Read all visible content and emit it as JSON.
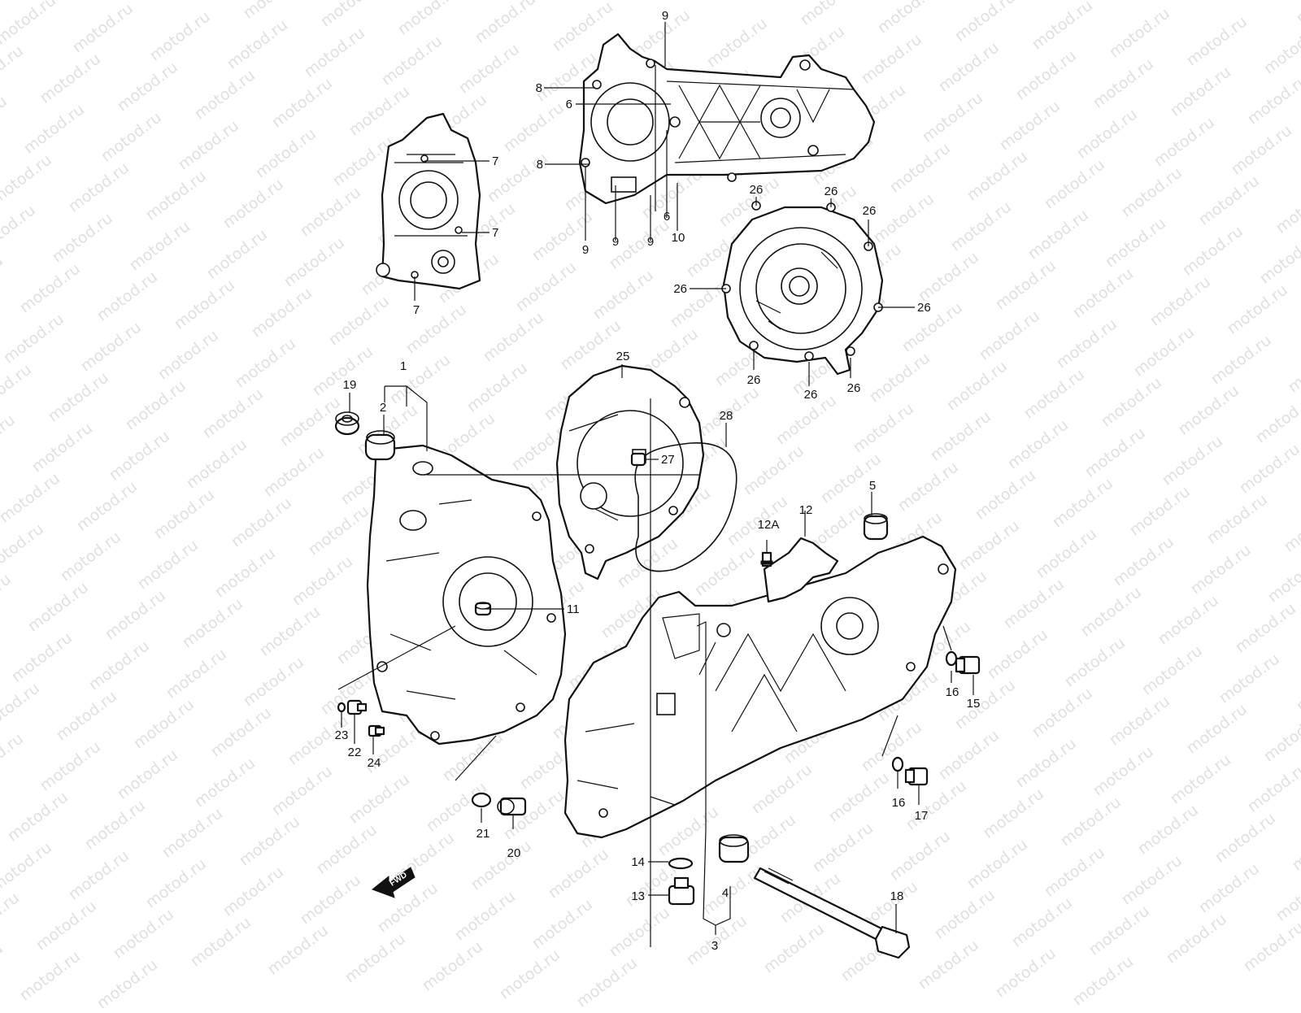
{
  "watermark": {
    "text": "motod.ru",
    "color": "#e0e0e0"
  },
  "fwd_label": "FWD",
  "callouts": [
    {
      "id": "c1",
      "text": "1"
    },
    {
      "id": "c2",
      "text": "2"
    },
    {
      "id": "c3",
      "text": "3"
    },
    {
      "id": "c4",
      "text": "4"
    },
    {
      "id": "c5",
      "text": "5"
    },
    {
      "id": "c6a",
      "text": "6"
    },
    {
      "id": "c6b",
      "text": "6"
    },
    {
      "id": "c7a",
      "text": "7"
    },
    {
      "id": "c7b",
      "text": "7"
    },
    {
      "id": "c7c",
      "text": "7"
    },
    {
      "id": "c8a",
      "text": "8"
    },
    {
      "id": "c8b",
      "text": "8"
    },
    {
      "id": "c9a",
      "text": "9"
    },
    {
      "id": "c9b",
      "text": "9"
    },
    {
      "id": "c9c",
      "text": "9"
    },
    {
      "id": "c9d",
      "text": "9"
    },
    {
      "id": "c10",
      "text": "10"
    },
    {
      "id": "c11",
      "text": "11"
    },
    {
      "id": "c12",
      "text": "12"
    },
    {
      "id": "c12A",
      "text": "12A"
    },
    {
      "id": "c13",
      "text": "13"
    },
    {
      "id": "c14",
      "text": "14"
    },
    {
      "id": "c15",
      "text": "15"
    },
    {
      "id": "c16a",
      "text": "16"
    },
    {
      "id": "c16b",
      "text": "16"
    },
    {
      "id": "c17",
      "text": "17"
    },
    {
      "id": "c18",
      "text": "18"
    },
    {
      "id": "c19",
      "text": "19"
    },
    {
      "id": "c20",
      "text": "20"
    },
    {
      "id": "c21",
      "text": "21"
    },
    {
      "id": "c22",
      "text": "22"
    },
    {
      "id": "c23",
      "text": "23"
    },
    {
      "id": "c24",
      "text": "24"
    },
    {
      "id": "c25",
      "text": "25"
    },
    {
      "id": "c26a",
      "text": "26"
    },
    {
      "id": "c26b",
      "text": "26"
    },
    {
      "id": "c26c",
      "text": "26"
    },
    {
      "id": "c26d",
      "text": "26"
    },
    {
      "id": "c26e",
      "text": "26"
    },
    {
      "id": "c26f",
      "text": "26"
    },
    {
      "id": "c26g",
      "text": "26"
    },
    {
      "id": "c26h",
      "text": "26"
    },
    {
      "id": "c27",
      "text": "27"
    },
    {
      "id": "c28",
      "text": "28"
    }
  ]
}
